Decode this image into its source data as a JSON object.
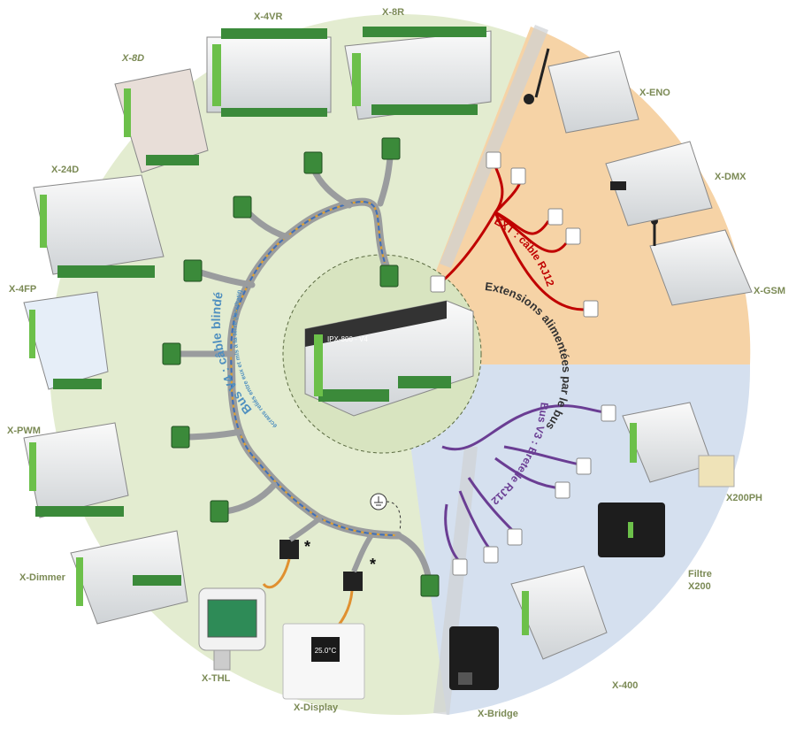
{
  "center_module": {
    "label": "IPX-800 - V4"
  },
  "modules": {
    "x4vr": "X-4VR",
    "x8r": "X-8R",
    "x8d": "X-8D",
    "x24d": "X-24D",
    "x4fp": "X-4FP",
    "xpwm": "X-PWM",
    "xdimmer": "X-Dimmer",
    "xthl": "X-THL",
    "xdisplay": "X-Display",
    "xbridge": "X-Bridge",
    "x400": "X-400",
    "filtre_line1": "Filtre",
    "filtre_line2": "X200",
    "x200ph": "X200PH",
    "xgsm": "X-GSM",
    "xdmx": "X-DMX",
    "xeno": "X-ENO"
  },
  "bus_labels": {
    "bus_v4_title": "Bus V4 : câble blindé",
    "bus_v4_sub1": "écrans reliés entre eux et mis à la terre (facultatif)",
    "ext_label": "EXT : câble RJ12",
    "ext_powered": "Extensions alimentées par le bus",
    "bus_v3": "Bus V3 : Bretelle RJ12"
  },
  "annotations": {
    "asterisk": "*"
  },
  "display_reading": "25.0°C",
  "colors": {
    "green_zone": "#e3ecd0",
    "orange_zone": "#f6d3a6",
    "blue_zone": "#d5e0ef",
    "ext_cable": "#c00000",
    "bus_v3_cable": "#6a3d93",
    "bus_v4_text": "#4f8fbf",
    "label_olive": "#7b8a55",
    "module_green": "#6cc04a"
  }
}
